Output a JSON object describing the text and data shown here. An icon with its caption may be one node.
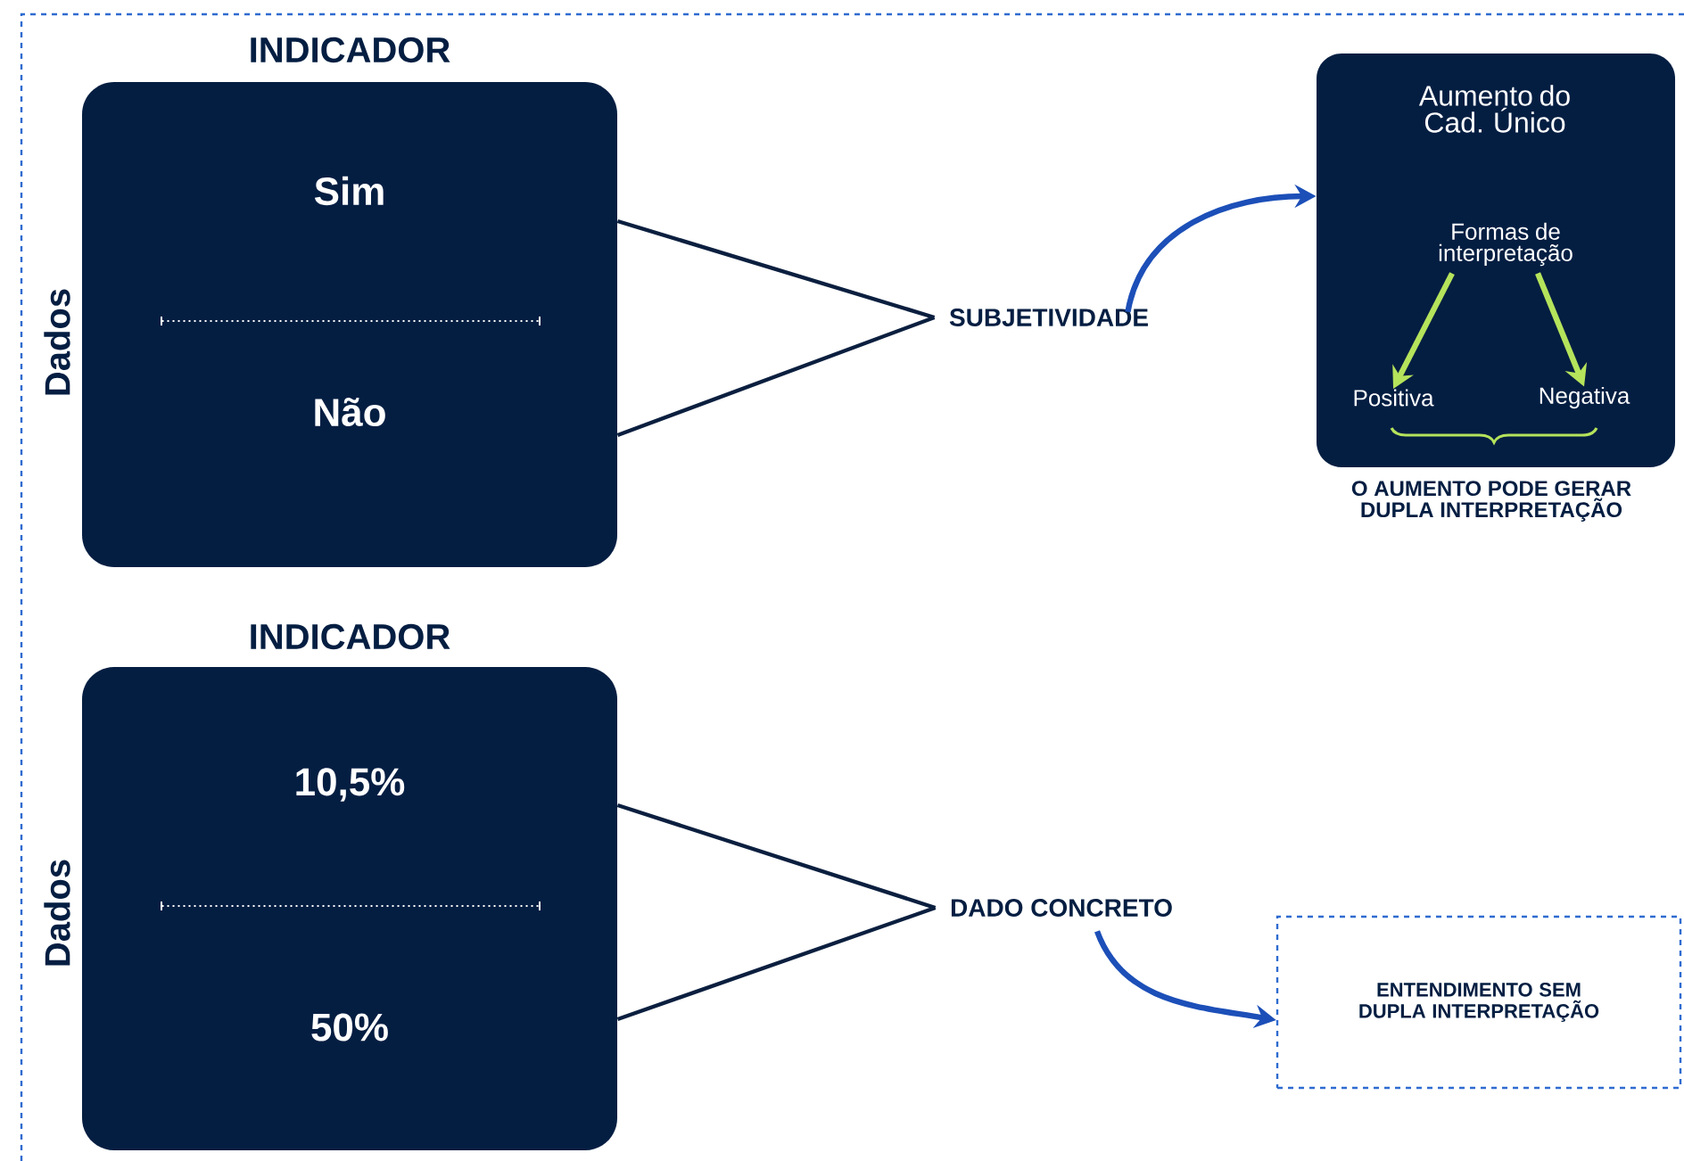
{
  "diagram": {
    "nodes": [
      {
        "text": [
          "INDICADOR",
          "Sim",
          "Não"
        ],
        "beside": [
          "Dados"
        ]
      },
      {
        "text": [
          "SUBJETIVIDADE"
        ]
      },
      {
        "text": [
          "Aumento do Cad. Único"
        ]
      },
      {
        "text": [
          "Formas de interpretação"
        ],
        "in": 2
      },
      {
        "text": [
          "Positiva"
        ],
        "in": 2
      },
      {
        "text": [
          "Negativa"
        ],
        "in": 2
      },
      {
        "text": [
          "INDICADOR",
          "10,5%",
          "50%"
        ],
        "beside": [
          "Dados"
        ]
      },
      {
        "text": [
          "DADO CONCRETO"
        ]
      },
      {
        "text": [
          "ENTENDIMENTO SEM DUPLA INTERPRETAÇÃO"
        ]
      }
    ],
    "edges": [
      {
        "from": 0,
        "to": 1,
        "arrow": "none",
        "color": "#0b1f3f"
      },
      {
        "from": 1,
        "to": 2,
        "arrow": "to",
        "color": "#1c4fb8"
      },
      {
        "from": 3,
        "to": 4,
        "arrow": "to",
        "color": "#b5e35b"
      },
      {
        "from": 3,
        "to": 5,
        "arrow": "to",
        "color": "#b5e35b"
      },
      {
        "from": 6,
        "to": 7,
        "arrow": "none",
        "color": "#0b1f3f"
      },
      {
        "from": 7,
        "to": 8,
        "arrow": "to",
        "color": "#1c4fb8"
      }
    ],
    "labels": [
      "O AUMENTO PODE GERAR DUPLA INTERPRETAÇÃO"
    ]
  }
}
